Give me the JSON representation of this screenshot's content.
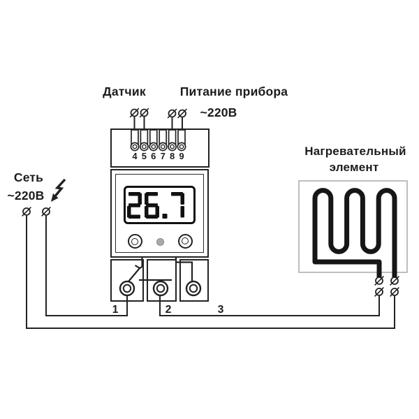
{
  "diagram": {
    "title_hint": "thermostat wiring diagram",
    "sensor_label": "Датчик",
    "power_label": {
      "line1": "Питание прибора",
      "line2": "~220В"
    },
    "mains_label": {
      "line1": "Сеть",
      "line2": "~220В"
    },
    "heater_label": {
      "line1": "Нагревательный",
      "line2": "элемент"
    },
    "device": {
      "display_value": "26.7",
      "top_terminal_numbers": [
        "4",
        "5",
        "6",
        "7",
        "8",
        "9"
      ],
      "bottom_terminal_numbers": [
        "1",
        "2",
        "3"
      ]
    },
    "colors": {
      "line": "#222222",
      "text": "#1c1c1c",
      "heater": "#161616",
      "led": "#a9a9a9",
      "heater_box_border": "#a8a8a8"
    }
  }
}
